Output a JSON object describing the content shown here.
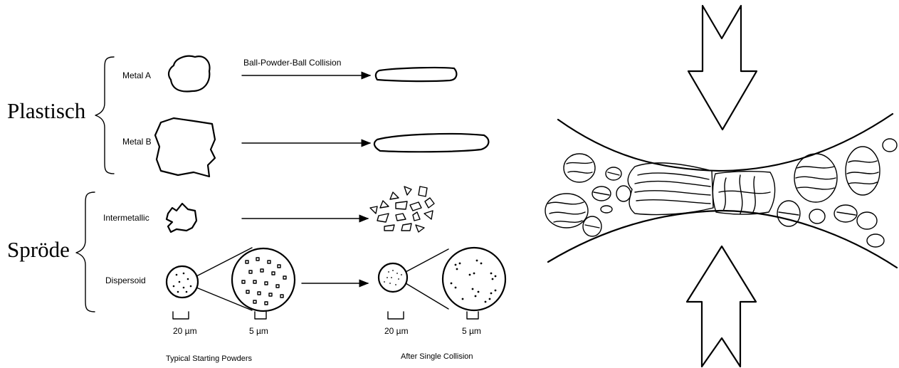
{
  "groups": {
    "plastic": "Plastisch",
    "brittle": "Spröde"
  },
  "rows": {
    "metal_a": "Metal A",
    "metal_b": "Metal B",
    "intermetallic": "Intermetallic",
    "dispersoid": "Dispersoid"
  },
  "process_label": "Ball-Powder-Ball Collision",
  "scales": {
    "s1": "20 µm",
    "s2": "5 µm",
    "s3": "20 µm",
    "s4": "5 µm"
  },
  "captions": {
    "start": "Typical Starting Powders",
    "after": "After Single Collision"
  }
}
